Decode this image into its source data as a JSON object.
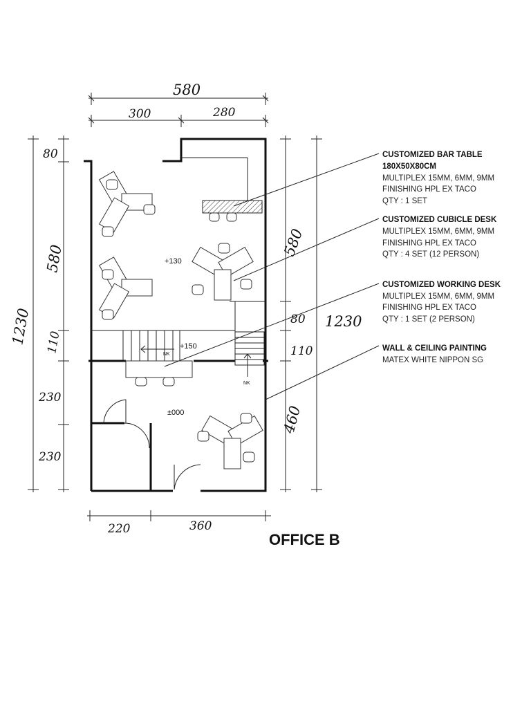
{
  "title": "OFFICE B",
  "dimensions": {
    "top_total": "580",
    "top_left": "300",
    "top_right": "280",
    "left_total": "1230",
    "left_segments": [
      "80",
      "580",
      "110",
      "230",
      "230"
    ],
    "right_segments": [
      "580",
      "80",
      "110",
      "460"
    ],
    "right_total": "1230",
    "bottom_left": "220",
    "bottom_right": "360"
  },
  "levels": {
    "upper": "+130",
    "stair": "+150",
    "ground": "±000"
  },
  "stair_marks": [
    "NK",
    "NK"
  ],
  "notes": [
    {
      "heading": "CUSTOMIZED BAR TABLE",
      "lines": [
        "180X50X80CM",
        "MULTIPLEX 15MM, 6MM, 9MM",
        "FINISHING HPL EX TACO",
        "QTY : 1 SET"
      ]
    },
    {
      "heading": "CUSTOMIZED CUBICLE DESK",
      "lines": [
        "MULTIPLEX 15MM, 6MM, 9MM",
        "FINISHING HPL EX TACO",
        "QTY : 4 SET (12 PERSON)"
      ]
    },
    {
      "heading": "CUSTOMIZED WORKING DESK",
      "lines": [
        "MULTIPLEX 15MM, 6MM, 9MM",
        "FINISHING HPL EX TACO",
        "QTY : 1 SET (2 PERSON)"
      ]
    },
    {
      "heading": "WALL & CEILING PAINTING",
      "lines": [
        "MATEX WHITE NIPPON SG"
      ]
    }
  ]
}
